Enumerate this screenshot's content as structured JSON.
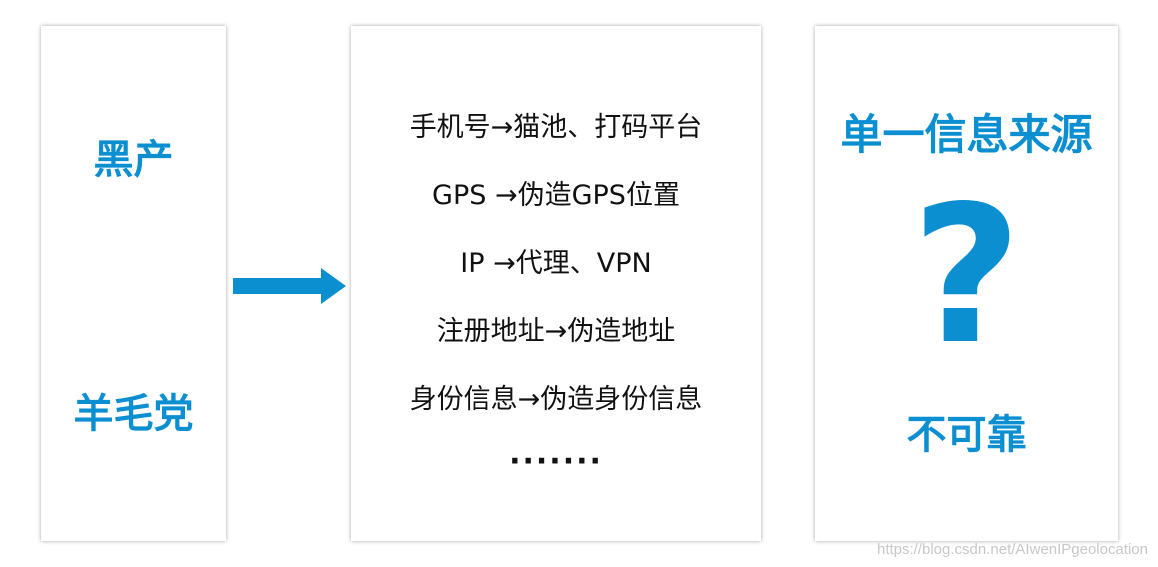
{
  "colors": {
    "accent": "#0b8fd0",
    "text": "#111111",
    "watermark": "#c8c8c8"
  },
  "left_panel": {
    "top_label": "黑产",
    "bottom_label": "羊毛党"
  },
  "middle_panel": {
    "items": [
      "手机号→猫池、打码平台",
      "GPS →伪造GPS位置",
      "IP →代理、VPN",
      "注册地址→伪造地址",
      "身份信息→伪造身份信息"
    ],
    "ellipsis": "·······"
  },
  "right_panel": {
    "title": "单一信息来源",
    "symbol": "?",
    "conclusion": "不可靠"
  },
  "watermark": "https://blog.csdn.net/AIwenIPgeolocation"
}
